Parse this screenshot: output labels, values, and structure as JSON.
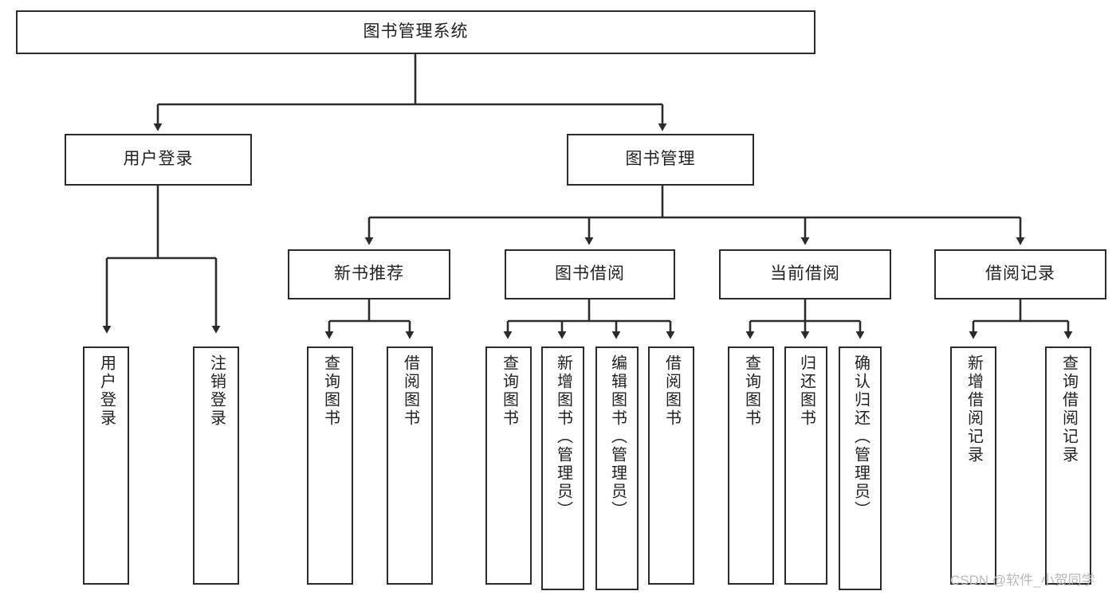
{
  "diagram": {
    "title": "图书管理系统",
    "type": "tree-hierarchy",
    "stroke_color": "#2b2b2b",
    "text_color": "#222222",
    "background_color": "#ffffff"
  },
  "nodes": {
    "root": {
      "label": "图书管理系统"
    },
    "level2": [
      {
        "label": "用户登录"
      },
      {
        "label": "图书管理"
      }
    ],
    "level3": [
      {
        "label": "新书推荐"
      },
      {
        "label": "图书借阅"
      },
      {
        "label": "当前借阅"
      },
      {
        "label": "借阅记录"
      }
    ],
    "leaves": {
      "user_login": [
        {
          "label": "用户登录"
        },
        {
          "label": "注销登录"
        }
      ],
      "new_book_recommend": [
        {
          "label": "查询图书"
        },
        {
          "label": "借阅图书"
        }
      ],
      "book_borrow": [
        {
          "label": "查询图书"
        },
        {
          "label": "新增图书（管理员）"
        },
        {
          "label": "编辑图书（管理员）"
        },
        {
          "label": "借阅图书"
        }
      ],
      "current_borrow": [
        {
          "label": "查询图书"
        },
        {
          "label": "归还图书"
        },
        {
          "label": "确认归还（管理员）"
        }
      ],
      "borrow_record": [
        {
          "label": "新增借阅记录"
        },
        {
          "label": "查询借阅记录"
        }
      ]
    }
  },
  "watermark": {
    "text": "CSDN @软件_小贺同学"
  }
}
